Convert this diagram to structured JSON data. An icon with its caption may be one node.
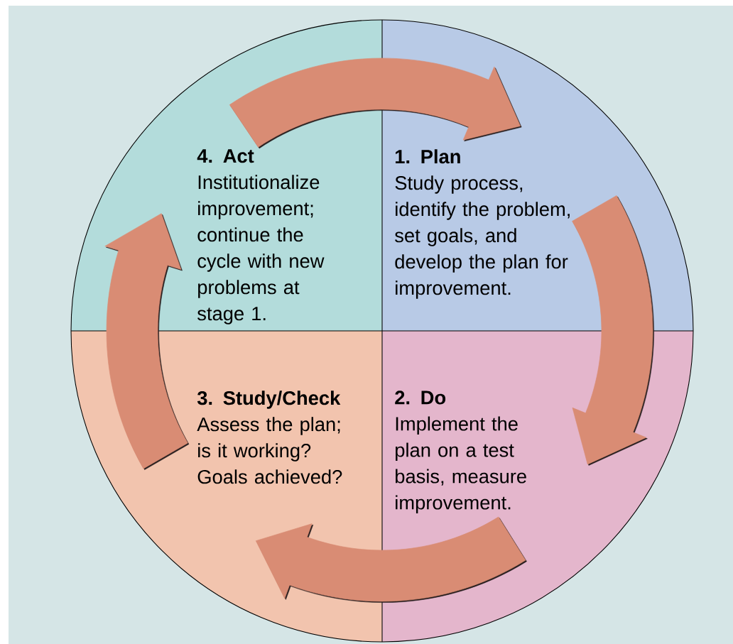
{
  "diagram": {
    "nodes": [
      {
        "text": [
          "4. Act",
          "Institutionalize improvement; continue the cycle with new problems at stage 1."
        ]
      },
      {
        "text": [
          "1. Plan",
          "Study process, identify the problem, set goals, and develop the plan for improvement."
        ]
      },
      {
        "text": [
          "3. Study/Check",
          "Assess the plan; is it working? Goals achieved?"
        ]
      },
      {
        "text": [
          "2. Do",
          "Implement the plan on a test basis, measure improvement."
        ]
      }
    ],
    "edges": [
      {
        "from": 0,
        "to": 1,
        "arrow": "to"
      },
      {
        "from": 1,
        "to": 3,
        "arrow": "to"
      },
      {
        "from": 3,
        "to": 2,
        "arrow": "to"
      },
      {
        "from": 2,
        "to": 0,
        "arrow": "to"
      }
    ]
  }
}
